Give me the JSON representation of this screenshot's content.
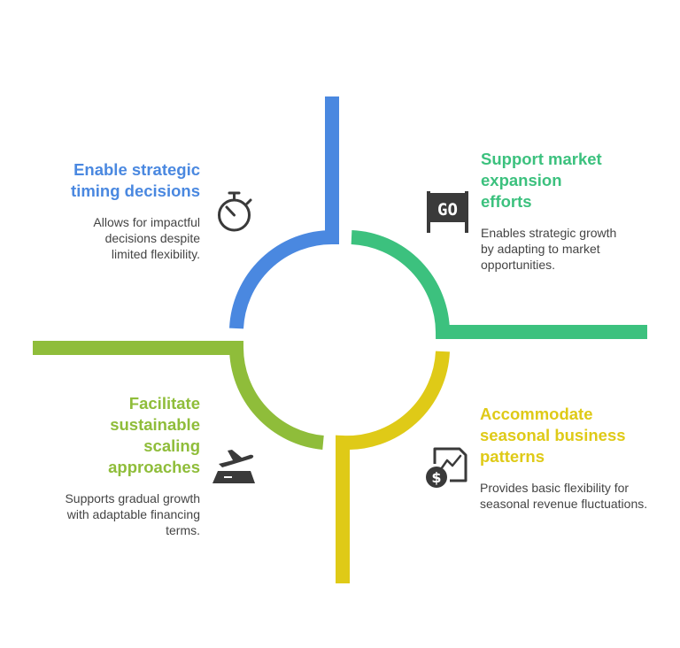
{
  "colors": {
    "blue": "#4a88e0",
    "green": "#3cc17e",
    "yellow": "#dfca17",
    "olive": "#8fbd3a",
    "icon": "#3a3a3a",
    "text": "#444444"
  },
  "sections": {
    "top_left": {
      "title": "Enable strategic timing decisions",
      "description": "Allows for impactful decisions despite limited flexibility.",
      "icon": "stopwatch-icon"
    },
    "top_right": {
      "title": "Support market expansion efforts",
      "description": "Enables strategic growth by adapting to market opportunities.",
      "icon": "go-sign-icon",
      "icon_text": "GO"
    },
    "bottom_right": {
      "title": "Accommodate seasonal business patterns",
      "description": "Provides basic flexibility for seasonal revenue fluctuations.",
      "icon": "revenue-chart-dollar-icon"
    },
    "bottom_left": {
      "title": "Facilitate sustainable scaling approaches",
      "description": "Supports gradual growth with adaptable financing terms.",
      "icon": "airplane-takeoff-icon"
    }
  }
}
